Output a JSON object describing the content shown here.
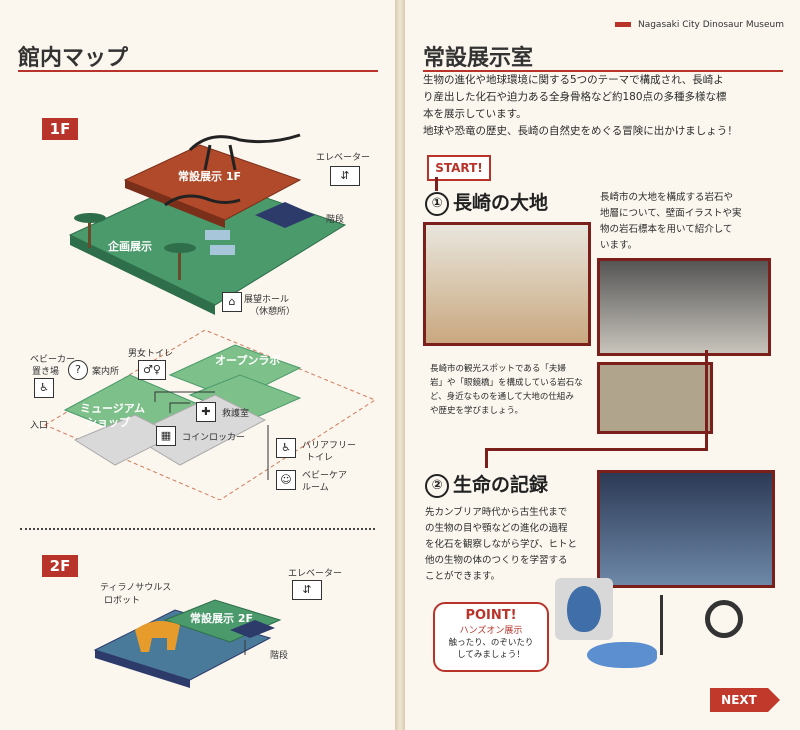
{
  "left": {
    "title": "館内マップ",
    "floor1": {
      "tag": "1F",
      "labels": {
        "elevator": "エレベーター",
        "stairs": "階段",
        "permanent1f": "常設展示 1F",
        "special": "企画展示",
        "hall1": "展望ホール",
        "hall2": "（休憩所）",
        "baby1": "ベビーカー",
        "baby2": "置き場",
        "info": "案内所",
        "toilets": "男女トイレ",
        "openlab": "オープンラボ",
        "entrance": "入口",
        "shop1": "ミュージアム",
        "shop2": "ショップ",
        "firstaid": "救護室",
        "lockers": "コインロッカー",
        "barrierfree1": "バリアフリー",
        "barrierfree2": "トイレ",
        "babycare1": "ベビーケア",
        "babycare2": "ルーム"
      }
    },
    "floor2": {
      "tag": "2F",
      "labels": {
        "robot1": "ティラノサウルス",
        "robot2": "ロボット",
        "elevator": "エレベーター",
        "permanent2f": "常設展示 2F",
        "stairs": "階段"
      }
    }
  },
  "right": {
    "header": "Nagasaki City Dinosaur Museum",
    "title": "常設展示室",
    "intro": [
      "生物の進化や地球環境に関する5つのテーマで構成され、長崎よ",
      "り産出した化石や迫力ある全身骨格など約180点の多種多様な標",
      "本を展示しています。",
      "地球や恐竜の歴史、長崎の自然史をめぐる冒険に出かけましょう！"
    ],
    "start": "START!",
    "section1": {
      "num": "①",
      "title": "長崎の大地",
      "desc": [
        "長崎市の大地を構成する岩石や",
        "地層について、壁面イラストや実",
        "物の岩石標本を用いて紹介して",
        "います。"
      ],
      "note": [
        "長崎市の観光スポットである「夫婦",
        "岩」や「眼鏡橋」を構成している岩石な",
        "ど、身近なものを通して大地の仕組み",
        "や歴史を学びましょう。"
      ]
    },
    "section2": {
      "num": "②",
      "title": "生命の記録",
      "desc": [
        "先カンブリア時代から古生代まで",
        "の生物の目や顎などの進化の過程",
        "を化石を観察しながら学び、ヒトと",
        "他の生物の体のつくりを学習する",
        "ことができます。"
      ]
    },
    "point": {
      "title": "POINT!",
      "subtitle": "ハンズオン展示",
      "text1": "触ったり、のぞいたり",
      "text2": "してみましょう！"
    },
    "next": "NEXT"
  },
  "colors": {
    "accent": "#b8342a",
    "green": "#4a9a6b",
    "brown": "#b04a2a",
    "darkred": "#7a1f1a"
  }
}
